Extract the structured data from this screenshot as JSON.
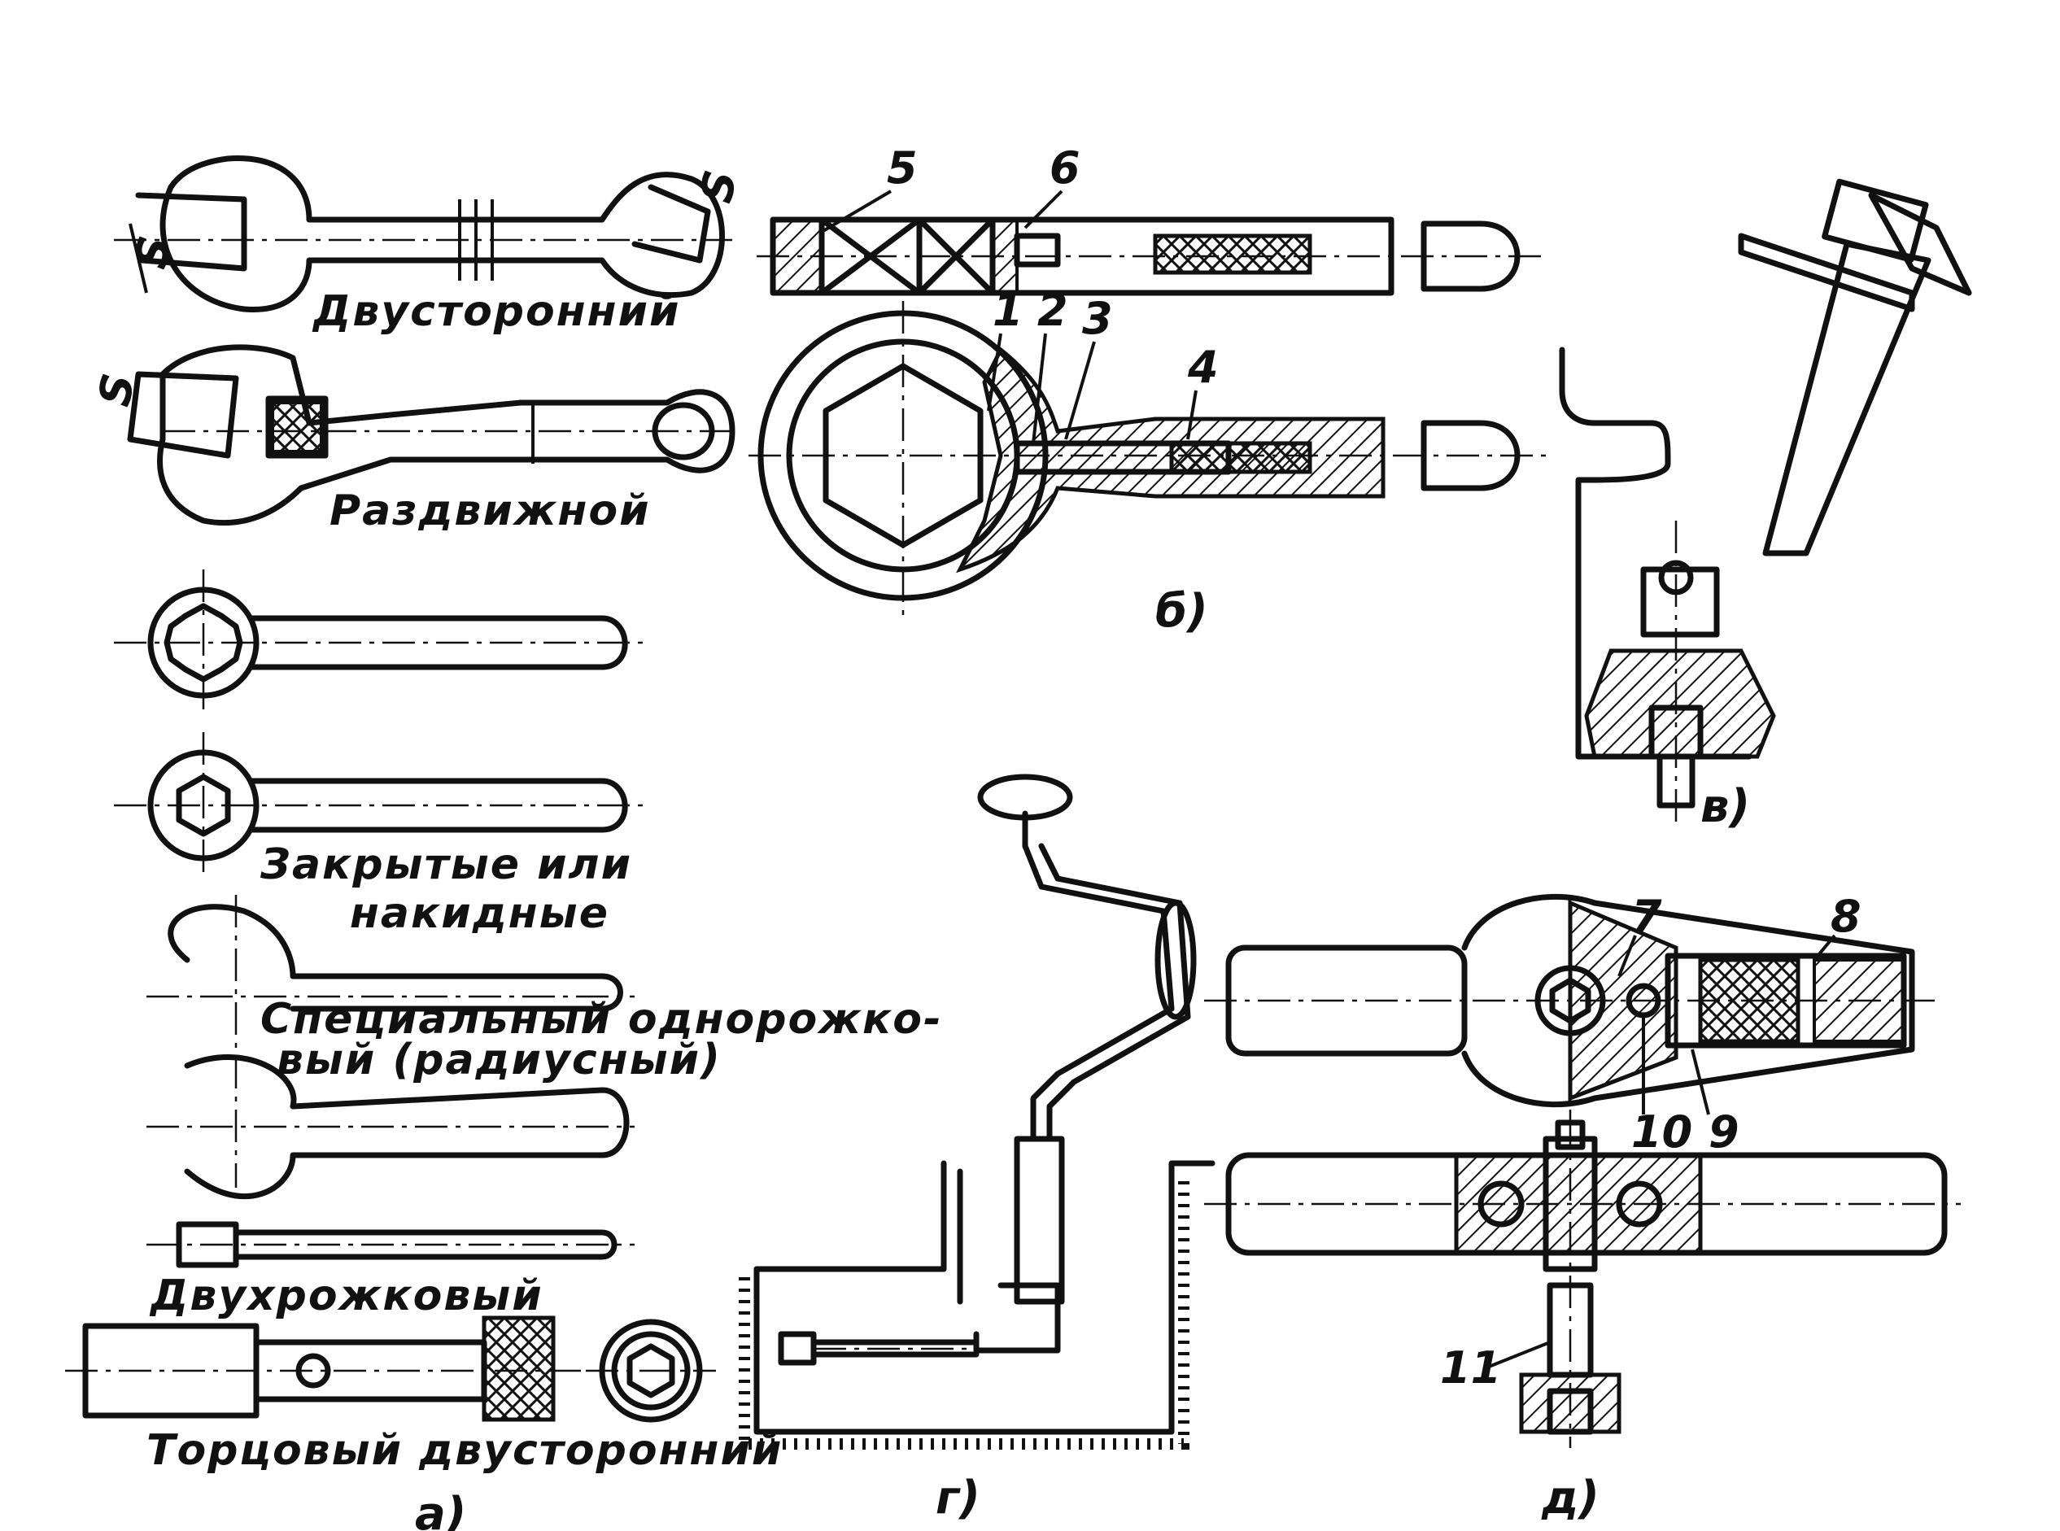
{
  "labels": {
    "double_sided": "Двусторонний",
    "adjustable": "Раздвижной",
    "closed_line1": "Закрытые или",
    "closed_line2": "накидные",
    "special_line1": "Специальный однорожко-",
    "special_line2": "вый (радиусный)",
    "two_horn": "Двухрожковый",
    "socket_double": "Торцовый двусторонний"
  },
  "dimension_mark": "S",
  "callouts": [
    "1",
    "2",
    "3",
    "4",
    "5",
    "6",
    "7",
    "8",
    "9",
    "10",
    "11"
  ],
  "sublabels": {
    "a": "а)",
    "b": "б)",
    "v": "в)",
    "g": "г)",
    "d": "д)"
  }
}
